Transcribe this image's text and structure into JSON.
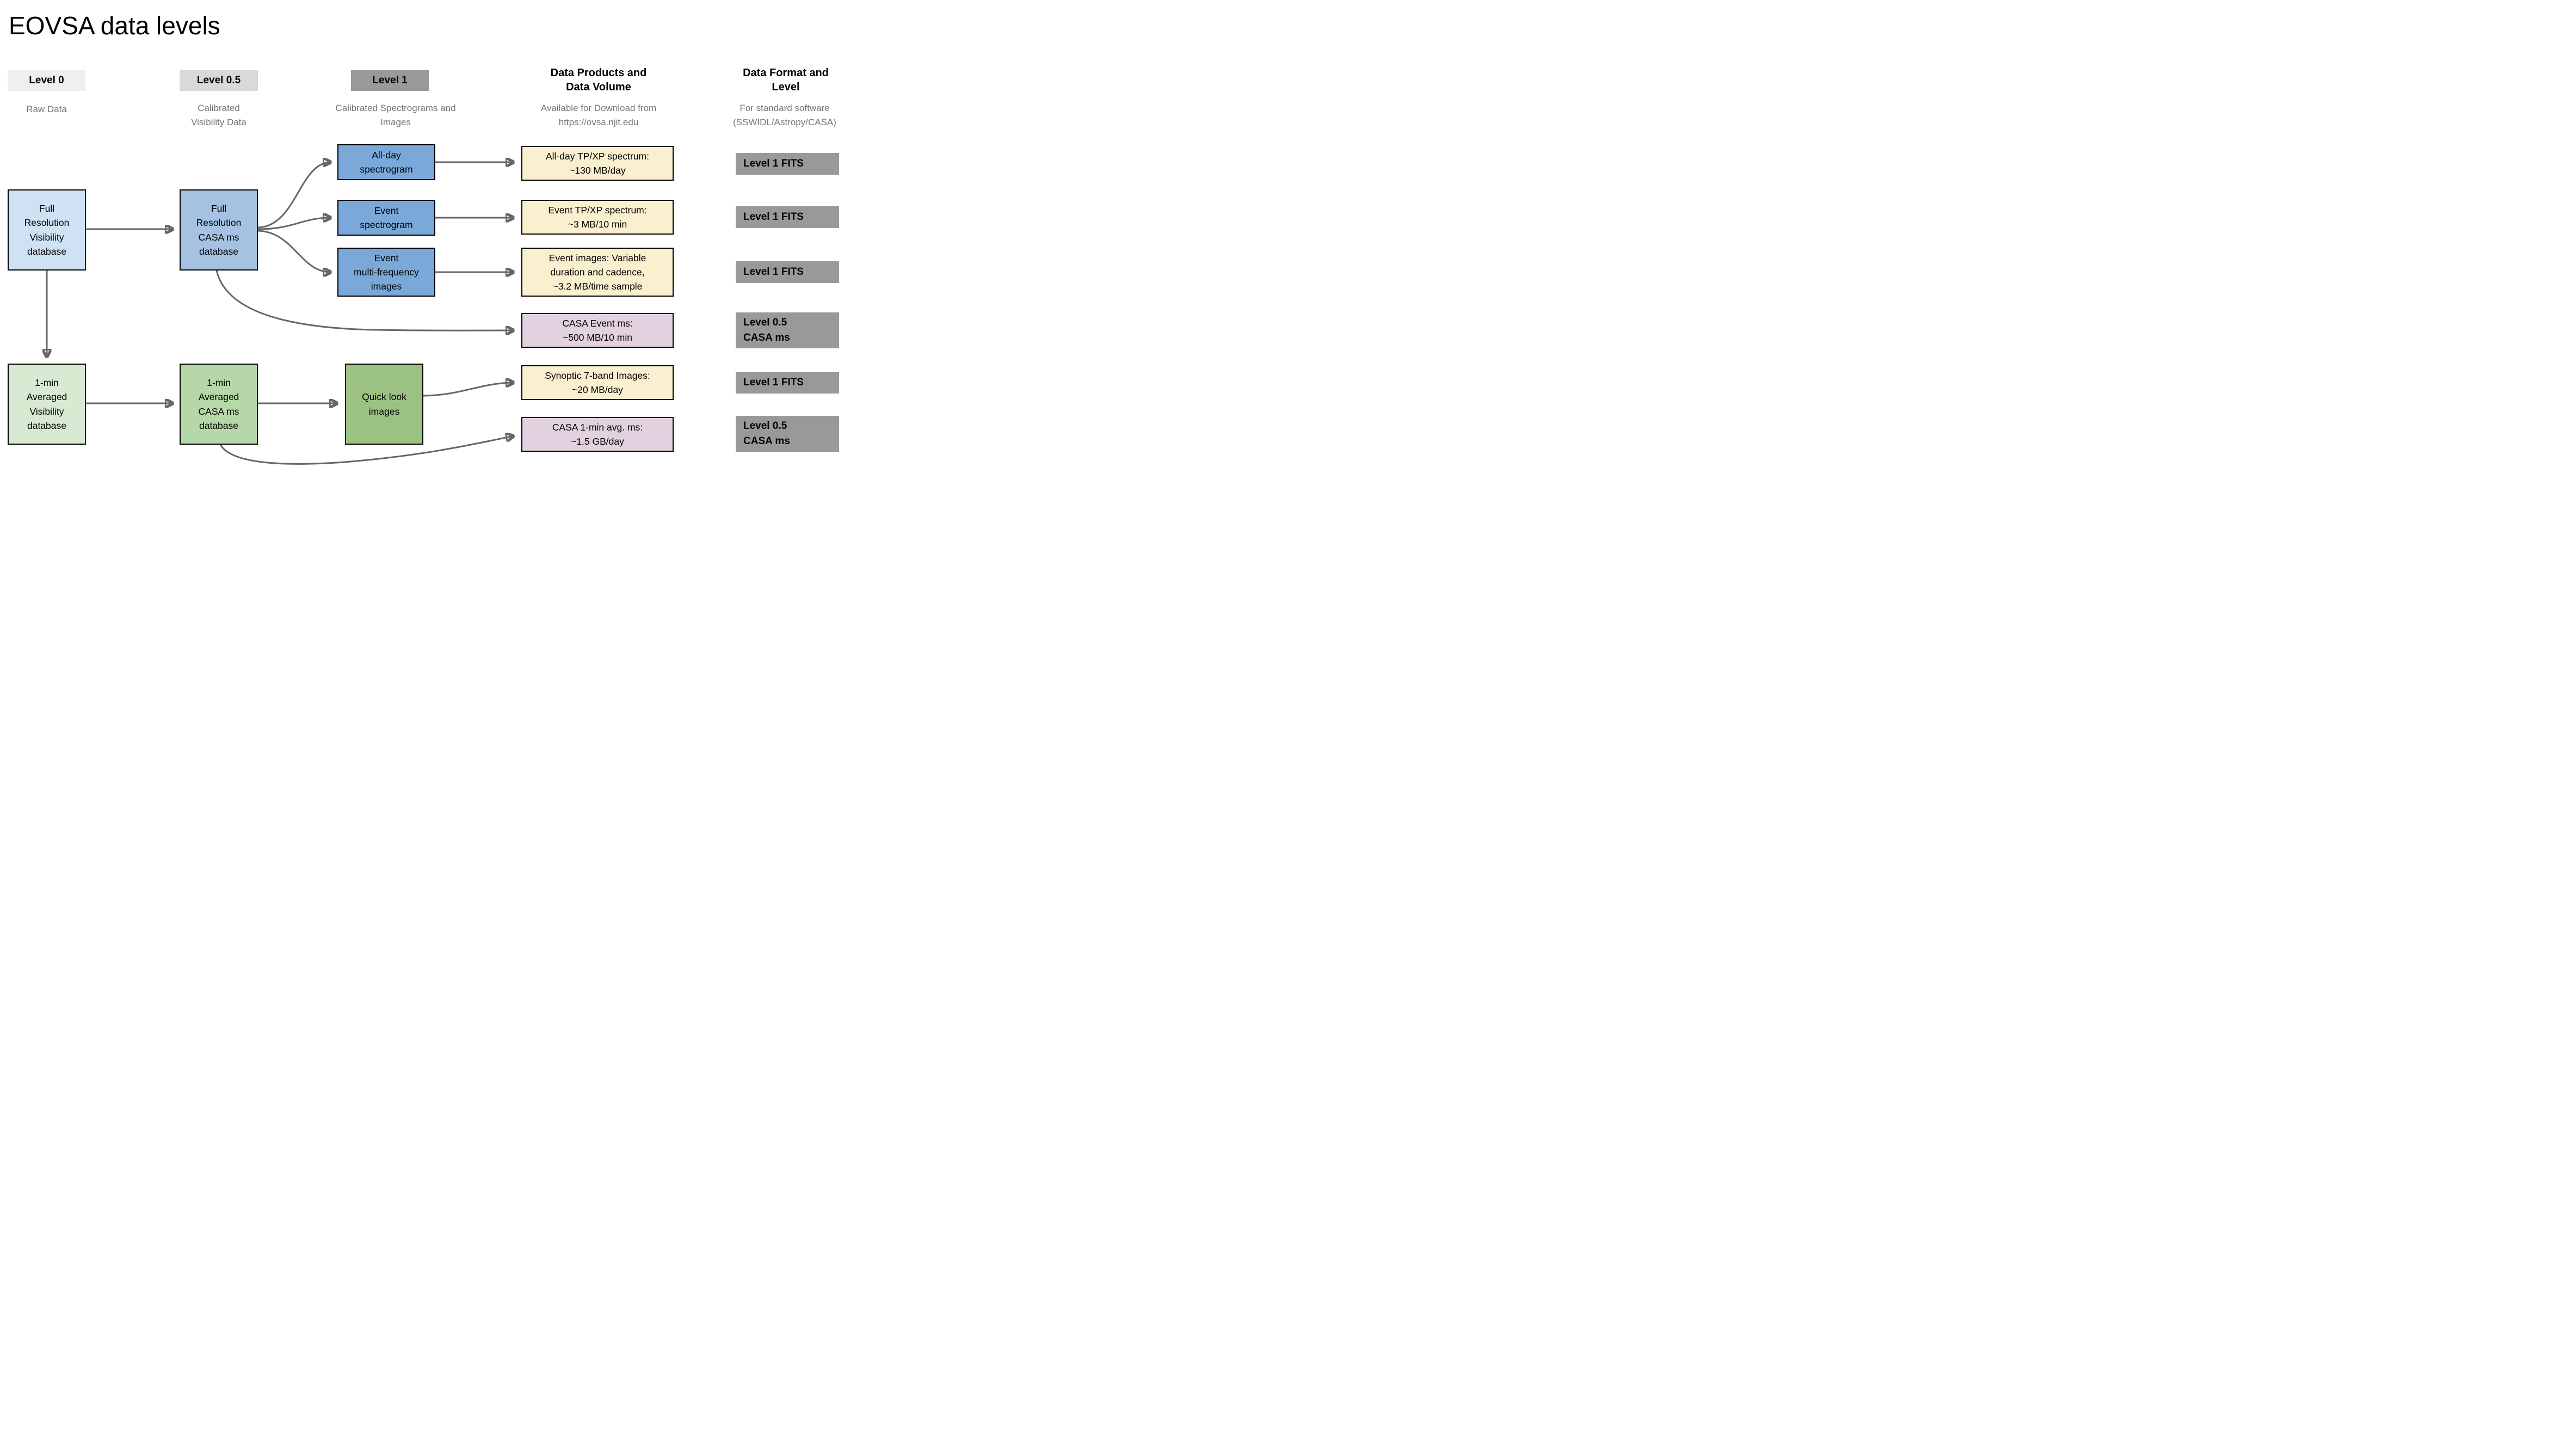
{
  "title": "EOVSA data levels",
  "headers": {
    "level0": {
      "label": "Level 0",
      "subtitle": "Raw Data"
    },
    "level05": {
      "label": "Level 0.5",
      "subtitle": "Calibrated\nVisibility Data"
    },
    "level1": {
      "label": "Level 1",
      "subtitle": "Calibrated Spectrograms and\nImages"
    },
    "products": {
      "label": "Data Products and\nData Volume",
      "subtitle": "Available for Download from\nhttps://ovsa.njit.edu"
    },
    "format": {
      "label": "Data Format and\nLevel",
      "subtitle": "For standard software\n(SSWIDL/Astropy/CASA)"
    }
  },
  "nodes": {
    "fullres_vis": "Full\nResolution\nVisibility\ndatabase",
    "fullres_casa": "Full\nResolution\nCASA ms\ndatabase",
    "allday_spec": "All-day\nspectrogram",
    "event_spec": "Event\nspectrogram",
    "event_mfi": "Event\nmulti-frequency\nimages",
    "onemin_vis": "1-min\nAveraged\nVisibility\ndatabase",
    "onemin_casa": "1-min\nAveraged\nCASA ms\ndatabase",
    "quicklook": "Quick look\nimages"
  },
  "products": {
    "allday": "All-day TP/XP spectrum:\n~130 MB/day",
    "event": "Event TP/XP spectrum:\n~3 MB/10 min",
    "images": "Event images: Variable\nduration and cadence,\n~3.2 MB/time sample",
    "casa_event": "CASA Event ms:\n~500 MB/10 min",
    "synoptic": "Synoptic 7-band Images:\n~20 MB/day",
    "casa_1min": "CASA 1-min avg. ms:\n~1.5 GB/day"
  },
  "format_chips": {
    "fits1": "Level 1 FITS",
    "fits2": "Level 1 FITS",
    "fits3": "Level 1 FITS",
    "casams1": "Level 0.5\nCASA ms",
    "fits4": "Level 1 FITS",
    "casams2": "Level 0.5\nCASA ms"
  },
  "colors": {
    "chip_level0": "#efefef",
    "chip_level05": "#d9d9d9",
    "chip_level1": "#999999",
    "light_blue": "#cfe2f3",
    "mid_blue": "#a5c2e2",
    "dark_blue": "#7aa8d8",
    "light_green": "#d9ead3",
    "mid_green": "#b6d7a8",
    "dark_green": "#9cc283",
    "yellow": "#faf0d0",
    "pink": "#e2d1df",
    "gray_chip": "#999999",
    "arrow": "#666666",
    "subtitle_text": "#757575"
  }
}
